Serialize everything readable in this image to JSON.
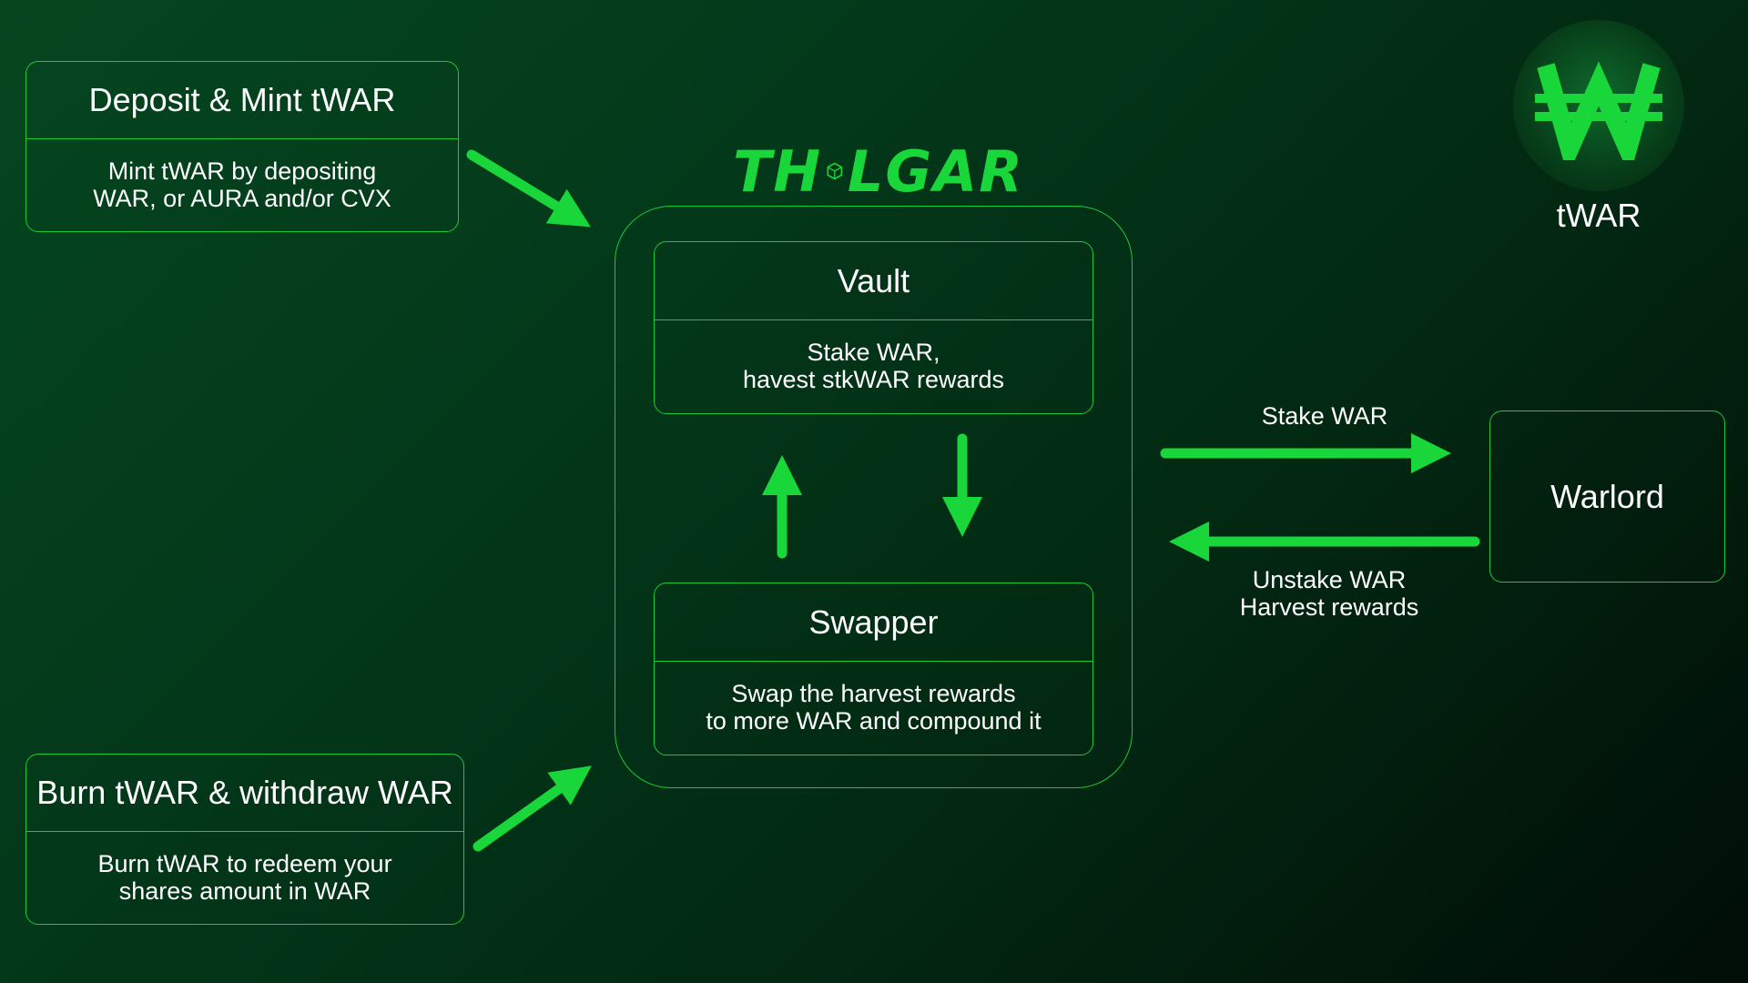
{
  "brand": {
    "name_left": "TH",
    "name_right": "LGAR"
  },
  "token": {
    "symbol": "₩",
    "label": "tWAR"
  },
  "deposit": {
    "title": "Deposit & Mint tWAR",
    "lines": [
      "Mint tWAR by depositing",
      "WAR, or AURA and/or CVX"
    ]
  },
  "burn": {
    "title": "Burn tWAR & withdraw WAR",
    "lines": [
      "Burn tWAR to redeem your",
      "shares amount in WAR"
    ]
  },
  "vault": {
    "title": "Vault",
    "lines": [
      "Stake WAR,",
      "havest stkWAR rewards"
    ]
  },
  "swapper": {
    "title": "Swapper",
    "lines": [
      "Swap the harvest rewards",
      "to more WAR and compound it"
    ]
  },
  "warlord": {
    "title": "Warlord"
  },
  "edges": {
    "stake": {
      "lines": [
        "Stake WAR"
      ]
    },
    "unstake": {
      "lines": [
        "Unstake WAR",
        "Harvest rewards"
      ]
    }
  },
  "colors": {
    "accent": "#19d63a",
    "border": "#19c93a",
    "background": "#03381a",
    "text": "#ffffff"
  }
}
